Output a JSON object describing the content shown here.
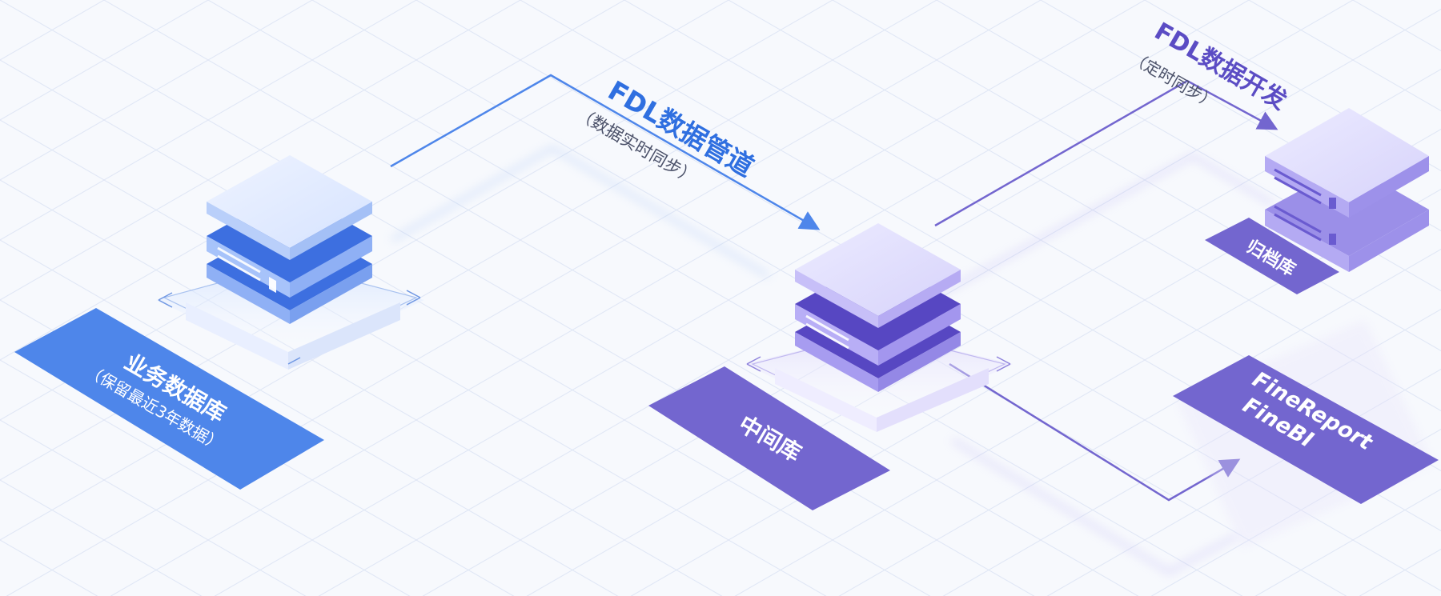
{
  "nodes": {
    "business_db": {
      "title": "业务数据库",
      "subtitle": "（保留最近3年数据）"
    },
    "middle_db": {
      "title": "中间库"
    },
    "archive_db": {
      "title": "归档库"
    },
    "bi": {
      "line1": "FineReport",
      "line2": "FineBI"
    }
  },
  "flows": {
    "pipeline": {
      "title": "FDL数据管道",
      "subtitle": "（数据实时同步）"
    },
    "dev": {
      "title": "FDL数据开发",
      "subtitle": "（定时同步）"
    }
  },
  "colors": {
    "background": "#f7f9fd",
    "grid": "#dfe6f5",
    "blue": "#4e86ea",
    "purple": "#7366cf",
    "pipeline_title": "#2f6fe0",
    "dev_title": "#5b4cc4",
    "subtitle_gray": "#4a5068"
  }
}
